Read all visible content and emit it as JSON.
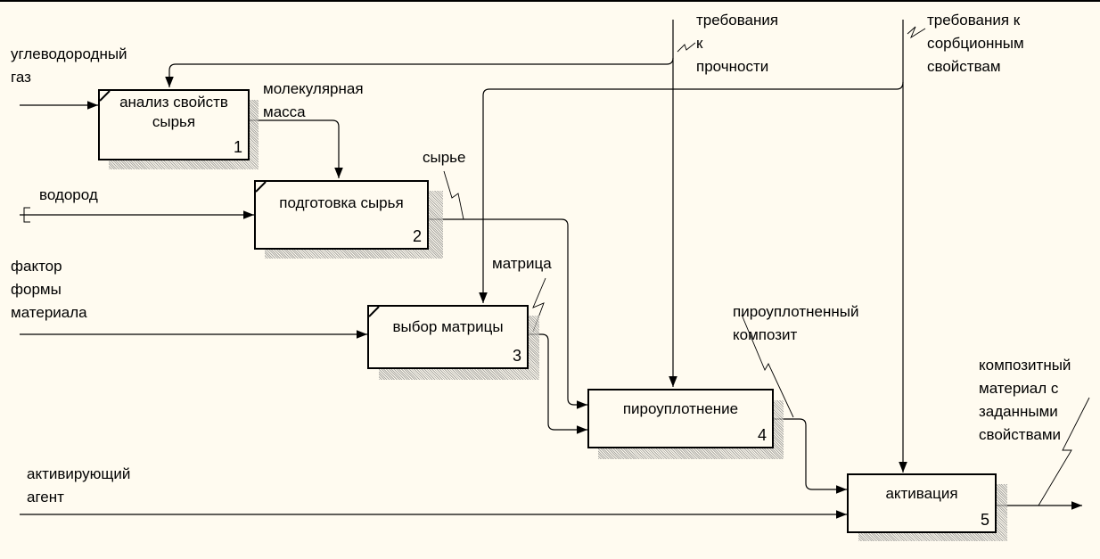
{
  "diagram": {
    "type": "IDEF0 decomposition",
    "activities": [
      {
        "id": "1",
        "title": "анализ свойств\nсырья"
      },
      {
        "id": "2",
        "title": "подготовка сырья"
      },
      {
        "id": "3",
        "title": "выбор матрицы"
      },
      {
        "id": "4",
        "title": "пироуплотнение"
      },
      {
        "id": "5",
        "title": "активация"
      }
    ],
    "arrows": {
      "hydrocarbon_gas": "углеводородный\nгаз",
      "hydrogen": "водород",
      "shape_factor": "фактор\nформы\nматериала",
      "activating_agent": "активирующий\nагент",
      "molecular_mass": "молекулярная\nмасса",
      "raw_material": "сырье",
      "matrix": "матрица",
      "pyro_composite": "пироуплотненный\nкомпозит",
      "strength_req": "требования\nк\nпрочности",
      "sorption_req": "требования к\nсорбционным\nсвойствам",
      "output": "композитный\nматериал с\nзаданными\nсвойствами"
    }
  }
}
